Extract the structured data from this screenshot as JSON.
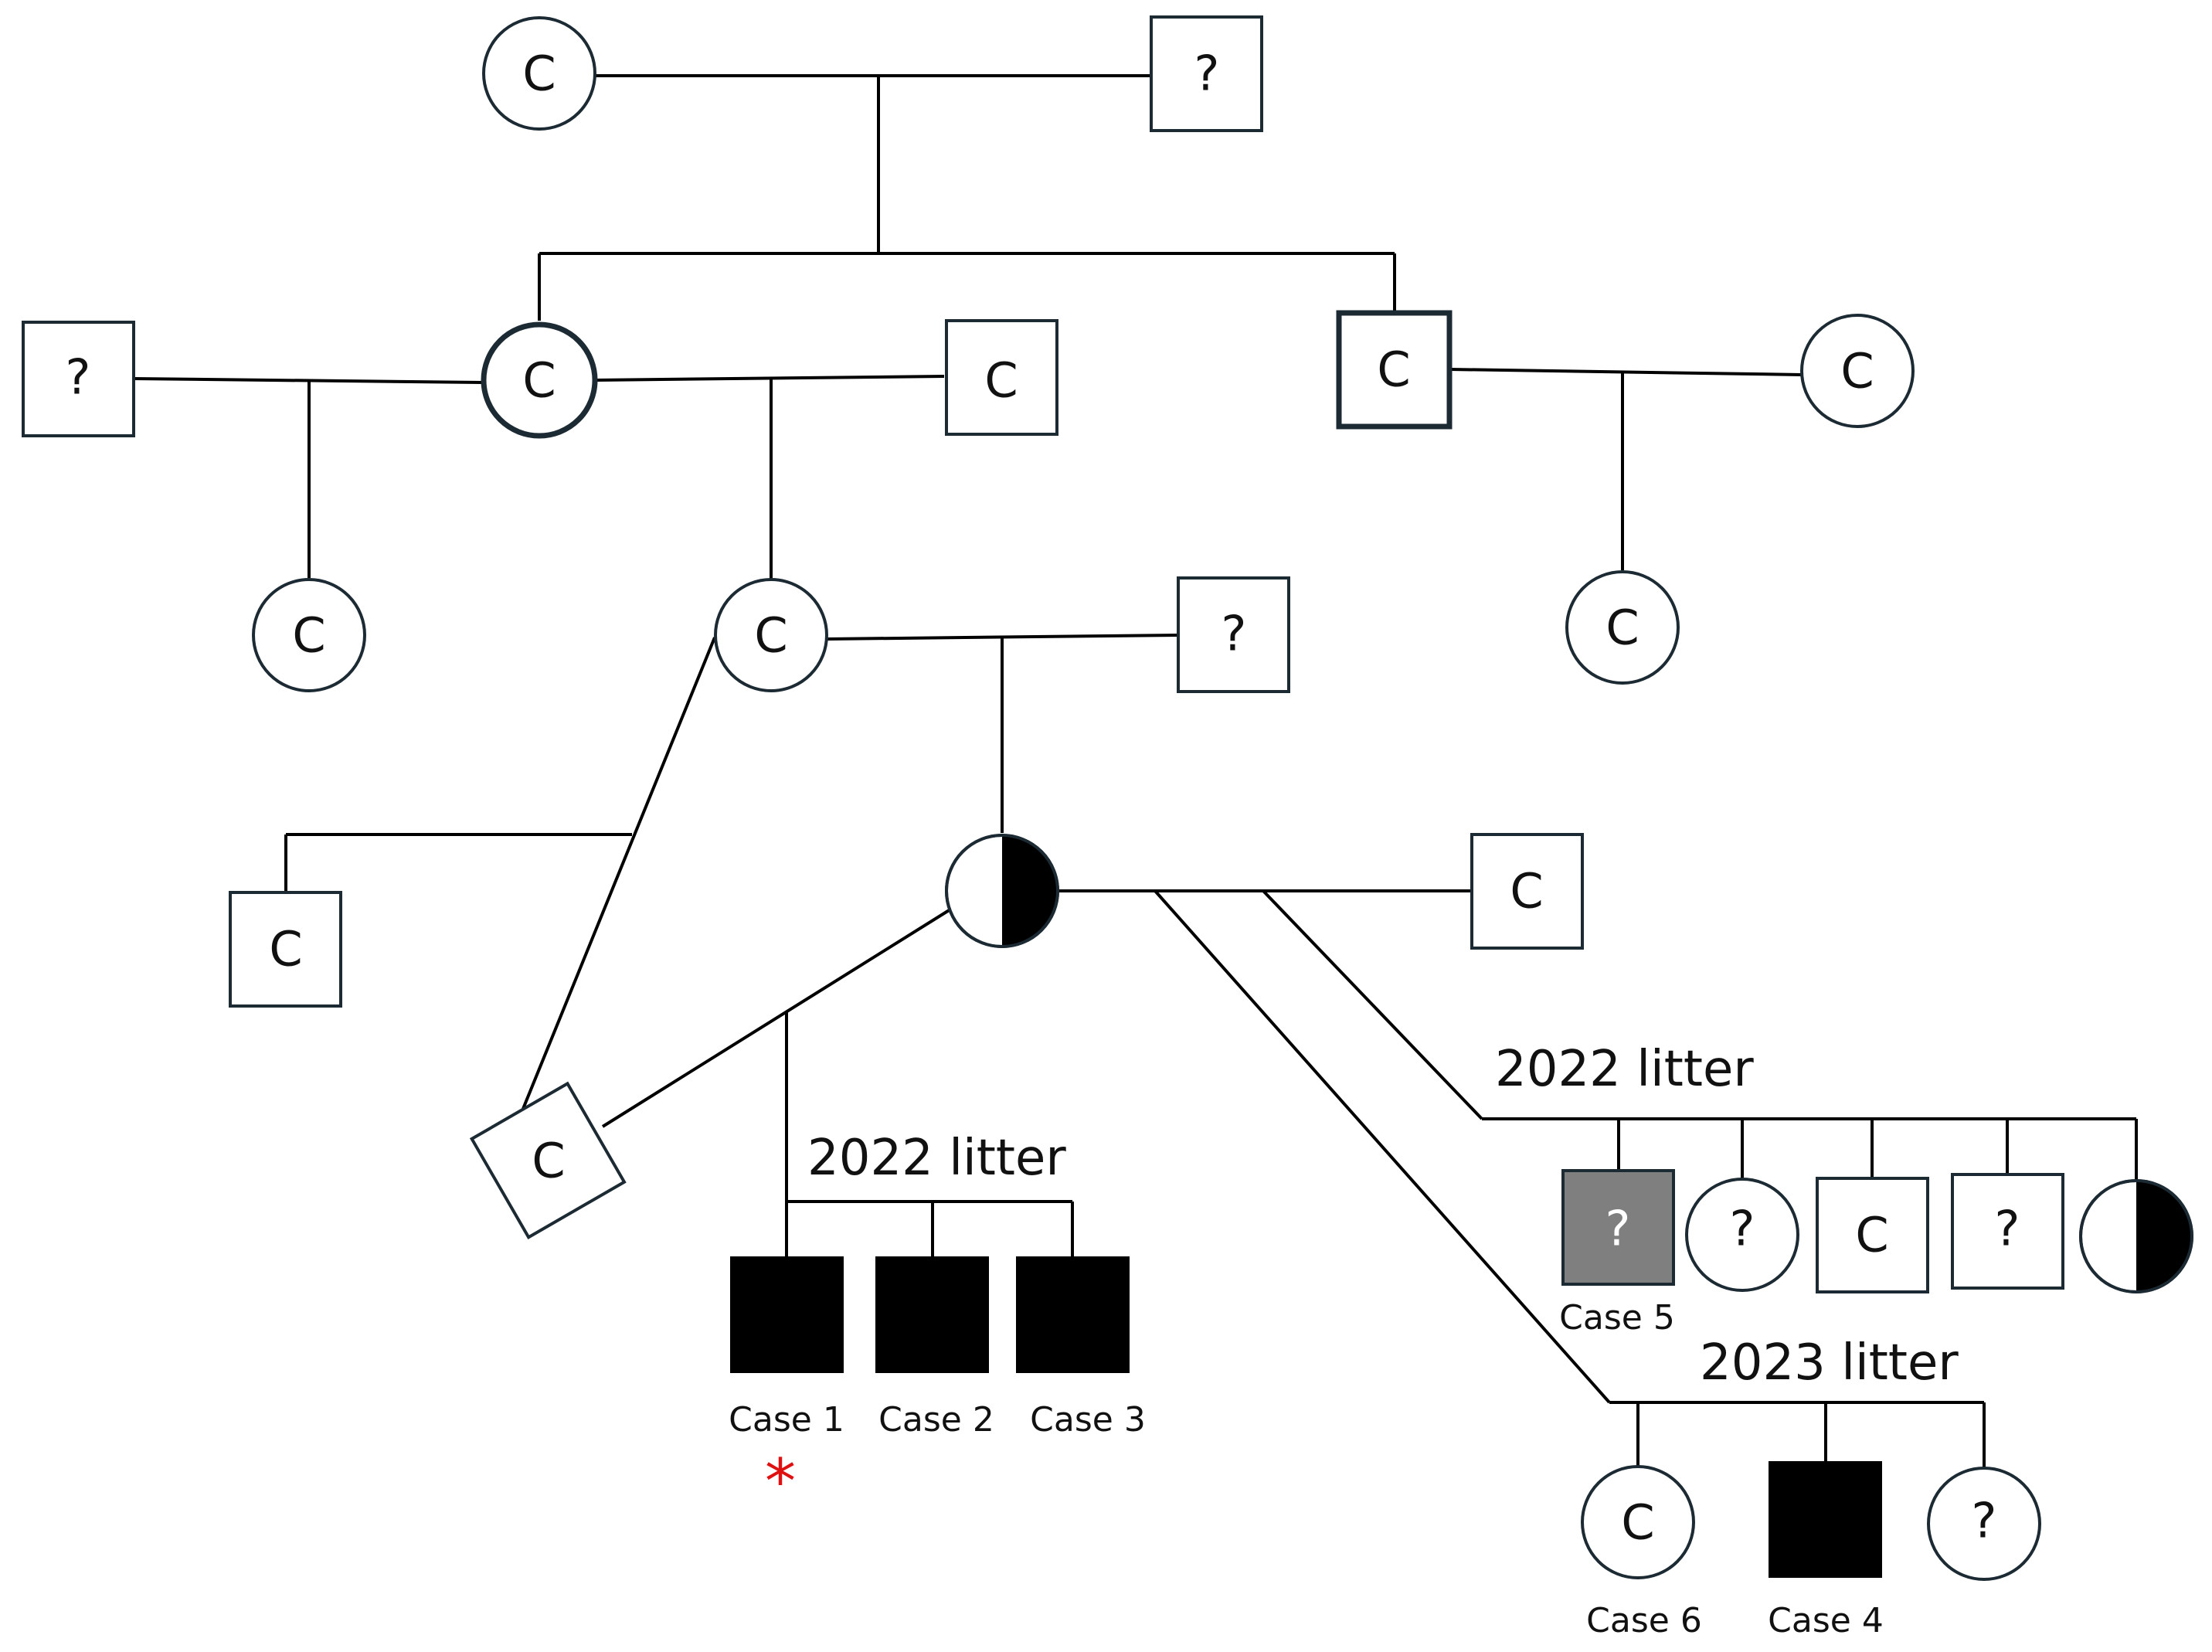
{
  "individuals": {
    "gen1_dam": {
      "sex": "female",
      "label": "C"
    },
    "gen1_sire": {
      "sex": "male",
      "label": "?"
    },
    "gen2_sire_left": {
      "sex": "male",
      "label": "?"
    },
    "gen2_dam": {
      "sex": "female",
      "label": "C"
    },
    "gen2_sire_right": {
      "sex": "male",
      "label": "C"
    },
    "gen2_male": {
      "sex": "male",
      "label": "C"
    },
    "gen2_mate_female": {
      "sex": "female",
      "label": "C"
    },
    "gen3_female_left": {
      "sex": "female",
      "label": "C"
    },
    "gen3_female": {
      "sex": "female",
      "label": "C"
    },
    "gen3_sire": {
      "sex": "male",
      "label": "?"
    },
    "gen3_female_right": {
      "sex": "female",
      "label": "C"
    },
    "gen4_male_left": {
      "sex": "male",
      "label": "C"
    },
    "gen4_carrier_dam": {
      "sex": "female",
      "status": "carrier"
    },
    "gen4_mate_right": {
      "sex": "male",
      "label": "C"
    },
    "gen4_sire_diamond": {
      "label": "C"
    },
    "case1": {
      "sex": "male",
      "status": "affected",
      "caption": "Case 1"
    },
    "case2": {
      "sex": "male",
      "status": "affected",
      "caption": "Case 2"
    },
    "case3": {
      "sex": "male",
      "status": "affected",
      "caption": "Case 3"
    },
    "case5": {
      "sex": "male",
      "status": "grey",
      "label": "?",
      "caption": "Case 5"
    },
    "litA_female": {
      "sex": "female",
      "label": "?"
    },
    "litA_male_c": {
      "sex": "male",
      "label": "C"
    },
    "litA_male_q": {
      "sex": "male",
      "label": "?"
    },
    "litA_carrier": {
      "sex": "female",
      "status": "carrier"
    },
    "case6": {
      "sex": "female",
      "label": "C",
      "caption": "Case 6"
    },
    "case4": {
      "sex": "male",
      "status": "affected",
      "caption": "Case 4"
    },
    "litB_female": {
      "sex": "female",
      "label": "?"
    }
  },
  "litters": {
    "litter_case123": "2022 litter",
    "litter_case5": "2022 litter",
    "litter_case46": "2023 litter"
  },
  "marker": {
    "symbol": "*",
    "color": "#e01010"
  }
}
